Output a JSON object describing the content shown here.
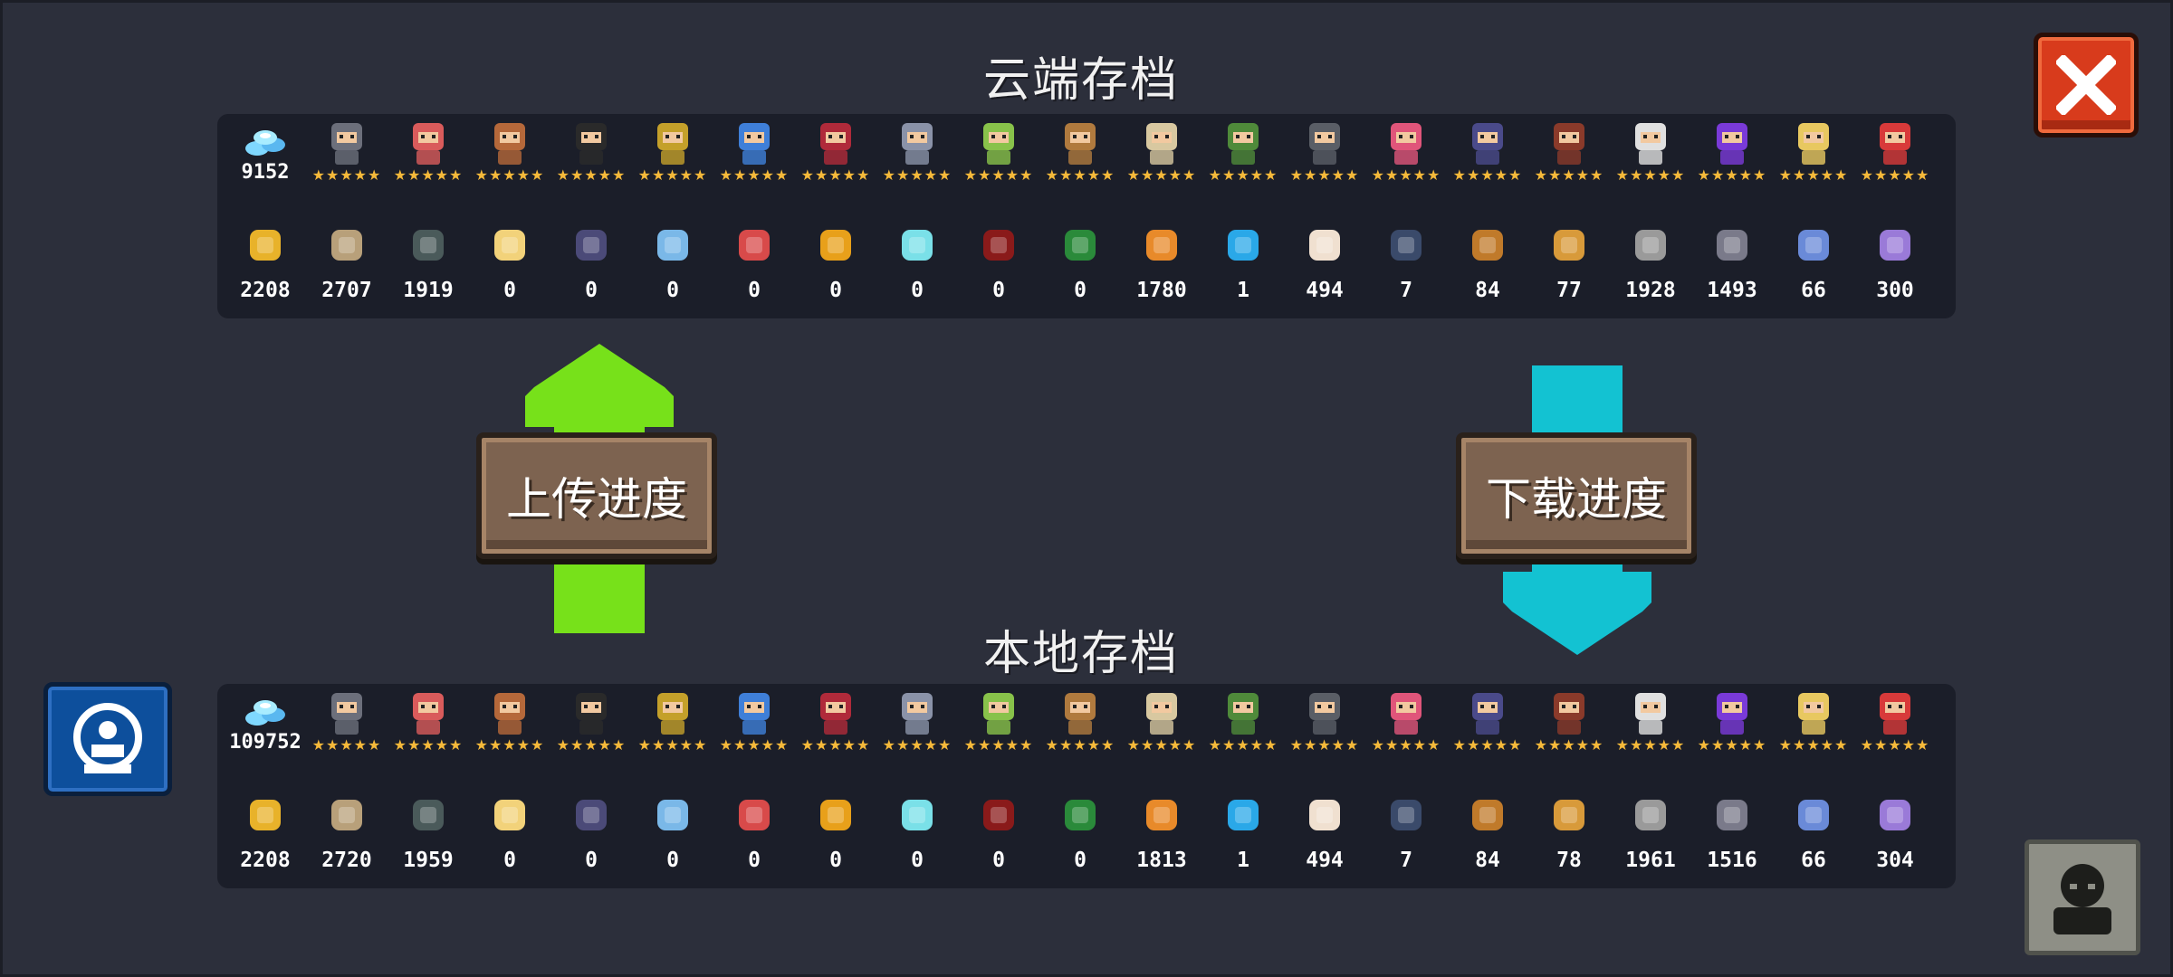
{
  "cloud": {
    "title": "云端存档",
    "gems": "9152",
    "characters_count": 20,
    "stars_label": "★★★★★",
    "materials": [
      "2208",
      "2707",
      "1919",
      "0",
      "0",
      "0",
      "0",
      "0",
      "0",
      "0",
      "0",
      "1780",
      "1",
      "494",
      "7",
      "84",
      "77",
      "1928",
      "1493",
      "66",
      "300"
    ]
  },
  "local": {
    "title": "本地存档",
    "gems": "109752",
    "characters_count": 20,
    "stars_label": "★★★★★",
    "materials": [
      "2208",
      "2720",
      "1959",
      "0",
      "0",
      "0",
      "0",
      "0",
      "0",
      "0",
      "0",
      "1813",
      "1",
      "494",
      "7",
      "84",
      "78",
      "1961",
      "1516",
      "66",
      "304"
    ]
  },
  "buttons": {
    "upload_label": "上传进度",
    "download_label": "下载进度"
  },
  "colors": {
    "upload_arrow": "#77e11a",
    "download_arrow": "#13c2d2",
    "close_button": "#d83b1c",
    "side_button": "#0d4f9c"
  },
  "icons": {
    "character_colors": [
      "#6c6f7b",
      "#d95b5b",
      "#b5683a",
      "#2a2a2a",
      "#c4a02a",
      "#3f7fd8",
      "#b02a3a",
      "#8a92a8",
      "#88c24a",
      "#b07a3e",
      "#d8c8a0",
      "#4f8a3a",
      "#5a5e66",
      "#e0557a",
      "#4a4a8a",
      "#8a3a2a",
      "#e0e0e0",
      "#7a3ad8",
      "#e8c860",
      "#d83a3a"
    ],
    "material_colors": [
      "#e8b22a",
      "#b8a07a",
      "#4a5a5a",
      "#f2d27a",
      "#4b4a78",
      "#7ab8e8",
      "#d84a4a",
      "#e8a01a",
      "#7ae0e8",
      "#8a1a1a",
      "#2a8a3a",
      "#e88a2a",
      "#2aa8e8",
      "#f0e0d0",
      "#3a4a6a",
      "#c07a2a",
      "#d89a3a",
      "#9a9a9a",
      "#7a7a8a",
      "#6a8ad8",
      "#9a7ad8"
    ]
  }
}
